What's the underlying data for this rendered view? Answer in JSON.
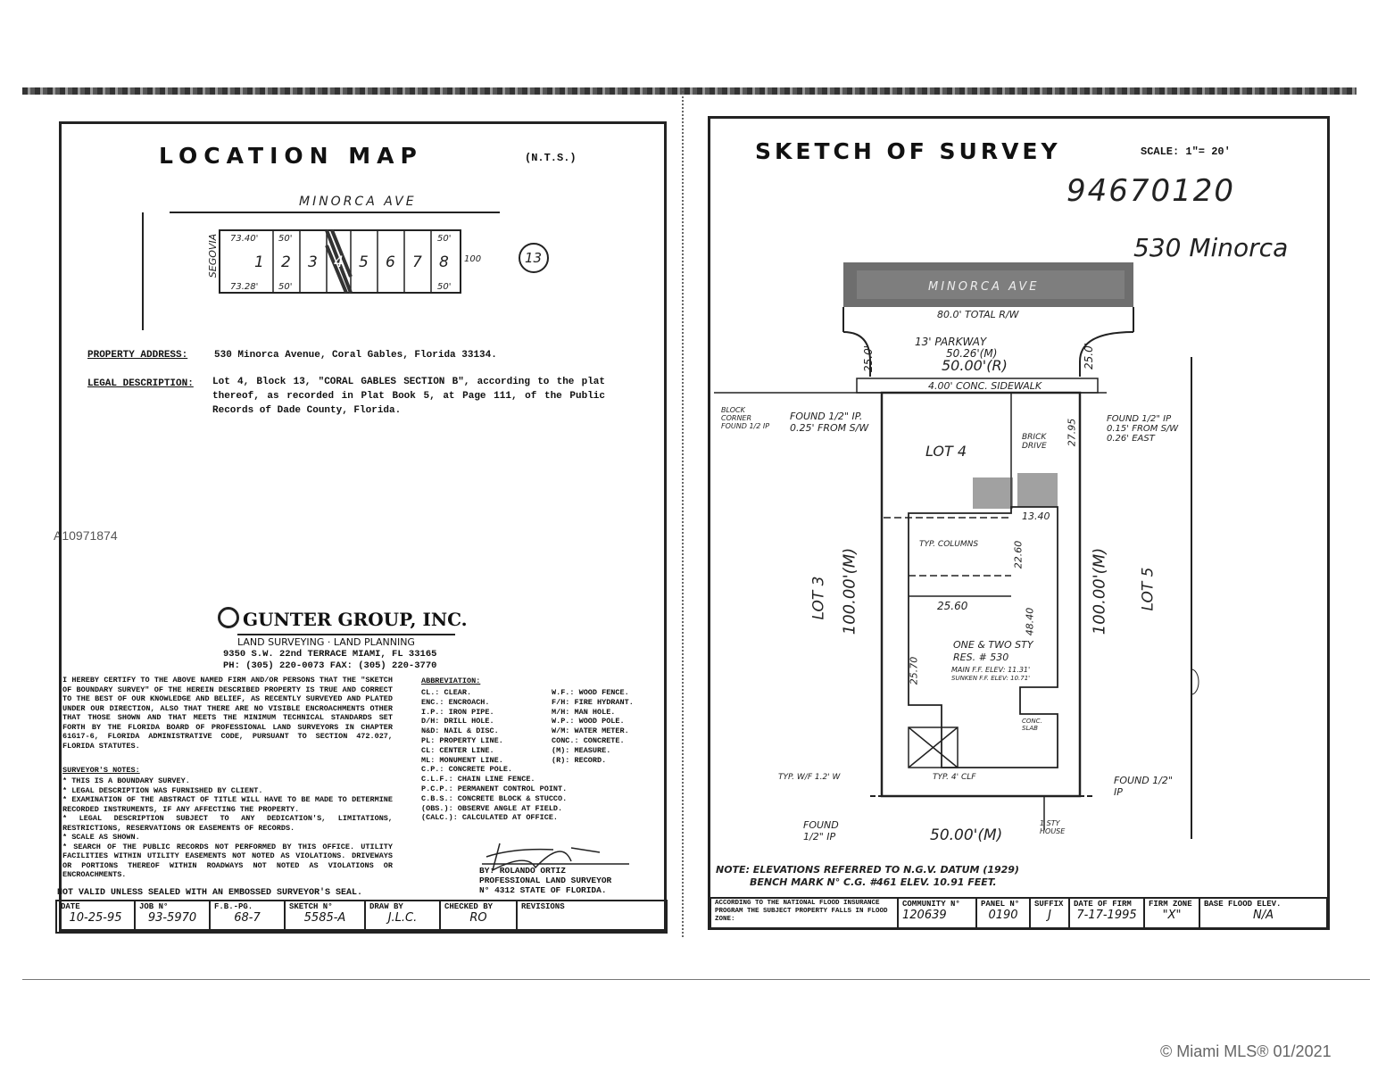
{
  "listing_id": "A10971874",
  "watermark": "© Miami MLS® 01/2021",
  "location_map": {
    "title": "LOCATION MAP",
    "nts": "(N.T.S.)",
    "street": "MINORCA AVE",
    "side_street": "SEGOVIA",
    "block": "13",
    "lots": [
      "1",
      "2",
      "3",
      "4",
      "5",
      "6",
      "7",
      "8"
    ],
    "dims": [
      "73.40'",
      "50'",
      "73.28'",
      "50'",
      "50'",
      "50'",
      "100"
    ],
    "address_label": "PROPERTY ADDRESS:",
    "address": "530 Minorca Avenue, Coral Gables, Florida 33134.",
    "legal_label": "LEGAL DESCRIPTION:",
    "legal": "Lot 4, Block 13, \"CORAL GABLES SECTION B\", according to the plat thereof, as recorded in Plat Book 5, at Page 111, of the Public Records of Dade County, Florida."
  },
  "company": {
    "name": "GUNTER GROUP, INC.",
    "tagline": "LAND SURVEYING · LAND PLANNING",
    "address": "9350 S.W. 22nd TERRACE MIAMI, FL 33165",
    "phone": "PH: (305) 220-0073  FAX: (305) 220-3770"
  },
  "certification": "I HEREBY CERTIFY TO THE ABOVE NAMED FIRM AND/OR PERSONS THAT THE \"SKETCH OF BOUNDARY SURVEY\" OF THE HEREIN DESCRIBED PROPERTY IS TRUE AND CORRECT TO THE BEST OF OUR KNOWLEDGE AND BELIEF, AS RECENTLY SURVEYED AND PLATED UNDER OUR DIRECTION, ALSO THAT THERE ARE NO VISIBLE ENCROACHMENTS OTHER THAT THOSE SHOWN AND THAT MEETS THE MINIMUM TECHNICAL STANDARDS SET FORTH BY THE FLORIDA BOARD OF PROFESSIONAL LAND SURVEYORS IN CHAPTER 61G17-6, FLORIDA ADMINISTRATIVE CODE, PURSUANT TO SECTION 472.027, FLORIDA STATUTES.",
  "notes": {
    "title": "SURVEYOR'S NOTES:",
    "items": [
      "* THIS IS A BOUNDARY SURVEY.",
      "* LEGAL DESCRIPTION WAS FURNISHED BY CLIENT.",
      "* EXAMINATION OF THE ABSTRACT OF TITLE WILL HAVE TO BE MADE TO DETERMINE RECORDED INSTRUMENTS, IF ANY AFFECTING THE PROPERTY.",
      "* LEGAL DESCRIPTION SUBJECT TO ANY DEDICATION'S, LIMITATIONS, RESTRICTIONS, RESERVATIONS OR EASEMENTS OF RECORDS.",
      "* SCALE AS SHOWN.",
      "* SEARCH OF THE PUBLIC RECORDS NOT PERFORMED BY THIS OFFICE. UTILITY FACILITIES WITHIN UTILITY EASEMENTS NOT NOTED AS VIOLATIONS. DRIVEWAYS OR PORTIONS THEREOF WITHIN ROADWAYS NOT NOTED AS VIOLATIONS OR ENCROACHMENTS."
    ],
    "seal": "NOT VALID UNLESS SEALED WITH AN EMBOSSED SURVEYOR'S SEAL."
  },
  "abbreviations": {
    "title": "ABBREVIATION:",
    "left": [
      "CL.: CLEAR.",
      "ENC.: ENCROACH.",
      "I.P.: IRON PIPE.",
      "D/H: DRILL HOLE.",
      "N&D: NAIL & DISC.",
      "PL: PROPERTY LINE.",
      "CL: CENTER LINE.",
      "ML: MONUMENT LINE.",
      "C.P.: CONCRETE POLE.",
      "C.L.F.: CHAIN LINE FENCE.",
      "P.C.P.: PERMANENT CONTROL POINT.",
      "C.B.S.: CONCRETE BLOCK & STUCCO.",
      "(OBS.): OBSERVE ANGLE AT FIELD.",
      "(CALC.): CALCULATED AT OFFICE."
    ],
    "right": [
      "W.F.: WOOD FENCE.",
      "F/H: FIRE HYDRANT.",
      "M/H: MAN HOLE.",
      "W.P.: WOOD POLE.",
      "W/M: WATER METER.",
      "CONC.: CONCRETE.",
      "(M): MEASURE.",
      "(R): RECORD."
    ]
  },
  "surveyor": {
    "by": "BY: ROLANDO ORTIZ",
    "title": "PROFESSIONAL LAND SURVEYOR",
    "license": "N° 4312 STATE OF FLORIDA."
  },
  "title_block": [
    {
      "label": "DATE",
      "value": "10-25-95"
    },
    {
      "label": "JOB N°",
      "value": "93-5970"
    },
    {
      "label": "F.B.-PG.",
      "value": "68-7"
    },
    {
      "label": "SKETCH N°",
      "value": "5585-A"
    },
    {
      "label": "DRAW BY",
      "value": "J.L.C."
    },
    {
      "label": "CHECKED BY",
      "value": "RO"
    },
    {
      "label": "REVISIONS",
      "value": ""
    }
  ],
  "survey": {
    "title": "SKETCH OF SURVEY",
    "scale": "SCALE: 1\"= 20'",
    "file_no": "94670120",
    "addr_note": "530 Minorca",
    "labels": {
      "street": "MINORCA AVE",
      "total": "80.0' TOTAL R/W",
      "parkway": "13' PARKWAY",
      "dim1": "50.26'(M)",
      "dim2": "50.00'(R)",
      "r1": "25.0'",
      "r2": "25.0'",
      "sidewalk": "4.00' CONC. SIDEWALK",
      "lot4": "LOT 4",
      "lot3": "LOT 3",
      "lot5": "LOT 5",
      "side": "100.00'(M)",
      "brick": "BRICK DRIVE",
      "house1": "ONE & TWO STY",
      "house2": "RES. # 530",
      "house3": "MAIN F.F. ELEV: 11.31'",
      "house4": "SUNKEN F.F. ELEV: 10.71'",
      "d1": "25.60",
      "d2": "13.40",
      "d3": "22.60",
      "d4": "48.40",
      "d5": "25.70",
      "d6": "27.95",
      "bottom": "50.00'(M)",
      "found1": "FOUND 1/2\" IP. 0.25' FROM S/W",
      "found2": "FOUND 1/2\" IP 0.15' FROM S/W 0.26' EAST",
      "found3": "FOUND 1/2\" IP",
      "found4": "FOUND 1/2\" IP",
      "cols": "TYP. COLUMNS",
      "fence1": "TYP. W/F 1.2' W",
      "fence2": "TYP. 4' CLF",
      "corner": "BLOCK CORNER FOUND 1/2 IP",
      "house_1st": "1 STY HOUSE",
      "slab": "CONC. SLAB"
    },
    "note": "NOTE: ELEVATIONS REFERRED TO N.G.V. DATUM (1929)",
    "note2": "BENCH MARK N° C.G. #461 ELEV. 10.91 FEET."
  },
  "flood_block": {
    "intro": "ACCORDING TO THE NATIONAL FLOOD INSURANCE PROGRAM THE SUBJECT PROPERTY FALLS IN FLOOD ZONE:",
    "cells": [
      {
        "label": "COMMUNITY N°",
        "value": "120639"
      },
      {
        "label": "PANEL N°",
        "value": "0190"
      },
      {
        "label": "SUFFIX",
        "value": "J"
      },
      {
        "label": "DATE OF FIRM",
        "value": "7-17-1995"
      },
      {
        "label": "FIRM ZONE",
        "value": "\"X\""
      },
      {
        "label": "BASE FLOOD ELEV.",
        "value": "N/A"
      }
    ]
  }
}
